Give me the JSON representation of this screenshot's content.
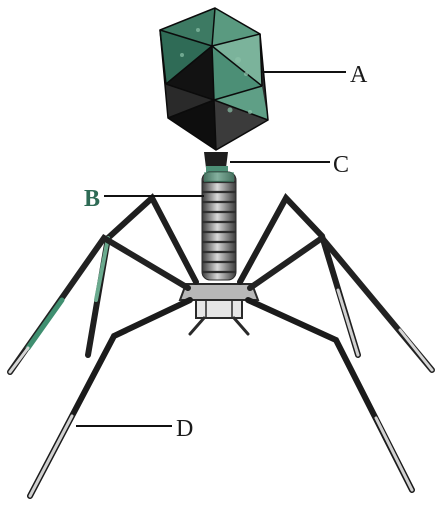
{
  "diagram": {
    "labels": {
      "A": "A",
      "B": "B",
      "C": "C",
      "D": "D"
    },
    "colors": {
      "head_dark": "#1c1c1c",
      "head_mid": "#4a4a4a",
      "head_green": "#3f8f70",
      "tail": "#6f6f6f",
      "leg": "#2b2b2b",
      "leg_light": "#c8c8c8"
    }
  }
}
